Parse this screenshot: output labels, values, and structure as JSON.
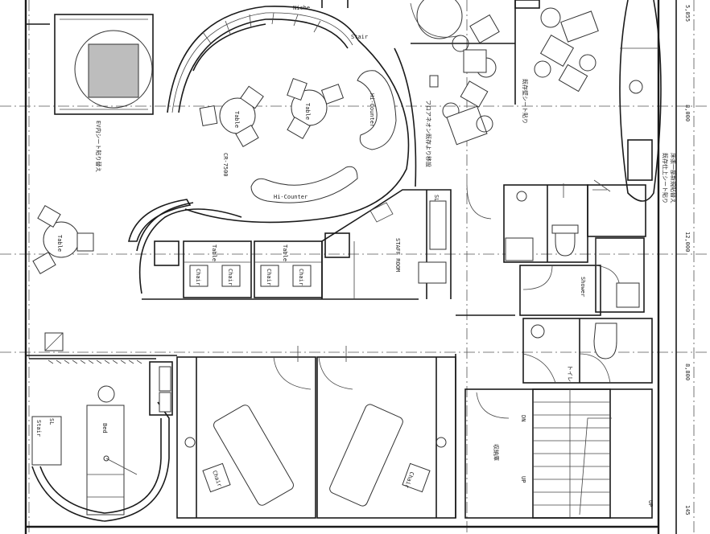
{
  "labels": {
    "niche": "Niche",
    "stair_top": "Stair",
    "table_left": "Table",
    "table_center1": "Table",
    "table_center2": "Table",
    "hi_counter_right": "Hi-Counter",
    "hi_counter_bottom": "Hi-Counter",
    "ev_note": "EV内シート貼り替え",
    "cr_note": "CR-7500",
    "floor_note": "フロアネオン既存より移設",
    "wall_note": "既存壁シート貼り",
    "right_note_1": "既存仕上シート貼り",
    "right_note_2": "床張一部新規貼替え",
    "table_booth1": "Table",
    "table_booth2": "Table",
    "chair1": "Chair",
    "chair2": "Chair",
    "chair3": "Chair",
    "chair4": "Chair",
    "staff_room": "STAFF ROOM",
    "shower": "Shower",
    "toilet": "トイレ",
    "bed": "Bed",
    "stair_left": "Stair",
    "chair_room1": "Chair",
    "chair_room2": "Chair",
    "dn": "DN",
    "up": "UP",
    "storage": "収納庫",
    "dim_1": "8,000",
    "dim_2": "12,000",
    "dim_3": "8,800",
    "dim_4": "5,055",
    "dim_5": "145",
    "small_1": "SL",
    "small_2": "SL",
    "small_3": "UP"
  }
}
